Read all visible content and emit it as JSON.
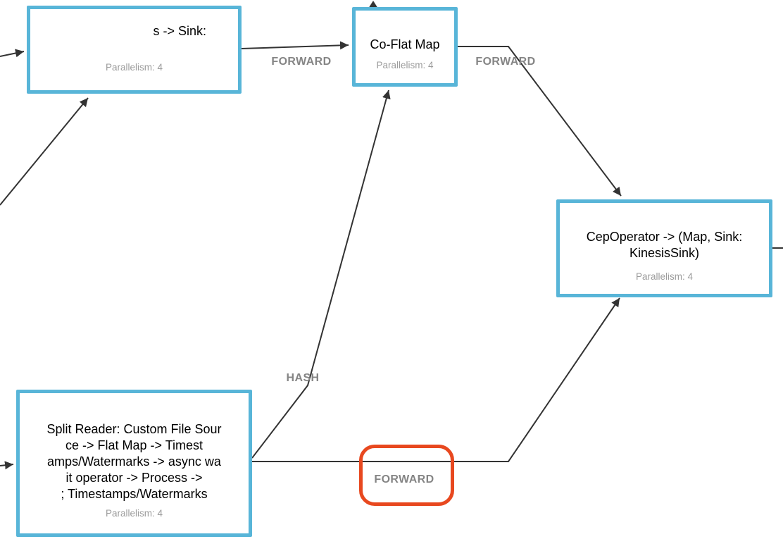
{
  "colors": {
    "node_border": "#58b5d8",
    "edge": "#333333",
    "edge_label": "#858585",
    "muted_text": "#9b9b9b",
    "title_text": "#000000",
    "highlight": "#e8481f"
  },
  "nodes": {
    "sink": {
      "title": "s -> Sink:",
      "parallelism": "Parallelism: 4"
    },
    "coflatmap": {
      "title": "Co-Flat Map",
      "parallelism": "Parallelism: 4"
    },
    "cep": {
      "title": "CepOperator -> (Map, Sink:\nKinesisSink)",
      "parallelism": "Parallelism: 4"
    },
    "splitreader": {
      "title": "Split Reader: Custom File Sour\nce -> Flat Map -> Timest\namps/Watermarks -> async wa\nit operator -> Process ->\n; Timestamps/Watermarks",
      "parallelism": "Parallelism: 4"
    }
  },
  "edges": {
    "forward1": "FORWARD",
    "forward2": "FORWARD",
    "hash": "HASH",
    "forward3": "FORWARD"
  }
}
